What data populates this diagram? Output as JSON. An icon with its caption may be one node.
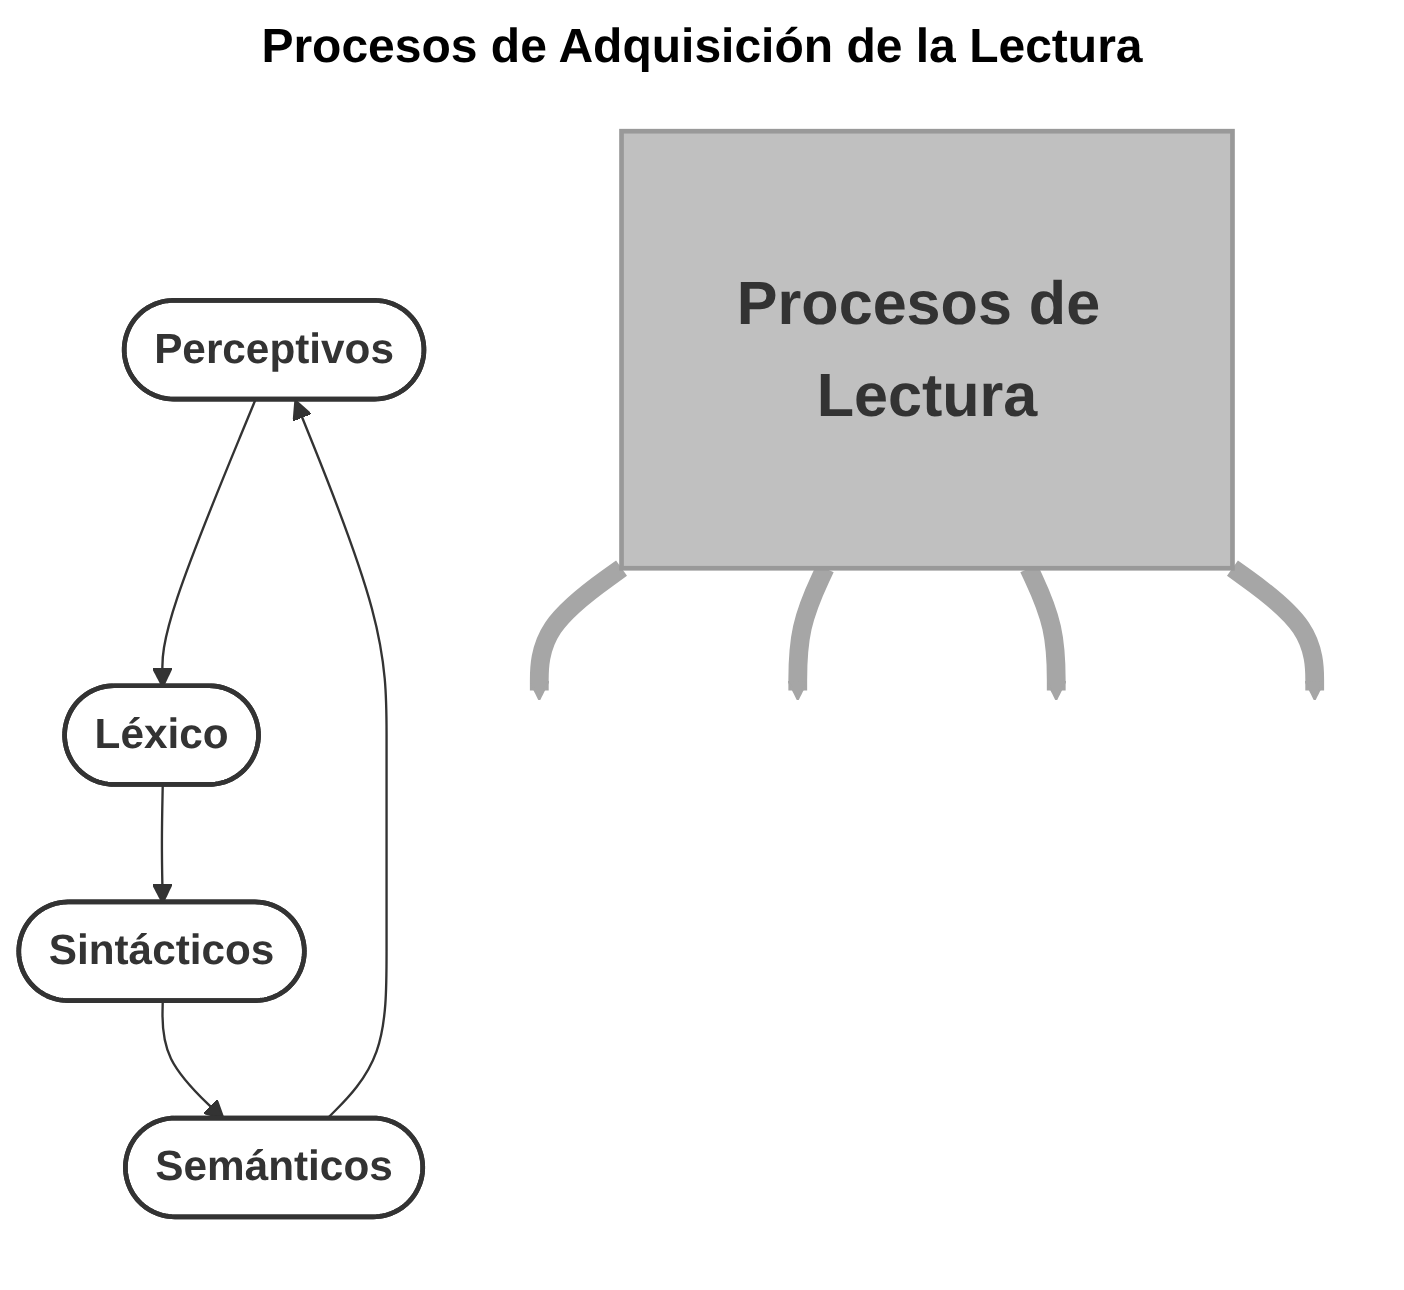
{
  "diagram": {
    "title": "Procesos de Adquisición de la Lectura",
    "nodes": [
      {
        "text": [
          "Perceptivos"
        ]
      },
      {
        "text": [
          "Léxico"
        ]
      },
      {
        "text": [
          "Procesos de Lectura"
        ]
      },
      {
        "text": [
          "Semánticos"
        ]
      },
      {
        "text": [
          "Sintácticos"
        ]
      }
    ],
    "edges": [
      {
        "from": 0,
        "to": 1,
        "arrow": "to"
      },
      {
        "from": 1,
        "to": 4,
        "arrow": "to"
      },
      {
        "from": 4,
        "to": 3,
        "arrow": "to"
      },
      {
        "from": 3,
        "to": 0,
        "arrow": "to"
      },
      {
        "from": 2,
        "to": null,
        "arrow": "to",
        "style": "thick",
        "color": "#a6a6a6"
      },
      {
        "from": 2,
        "to": null,
        "arrow": "to",
        "style": "thick",
        "color": "#a6a6a6"
      },
      {
        "from": 2,
        "to": null,
        "arrow": "to",
        "style": "thick",
        "color": "#a6a6a6"
      },
      {
        "from": 2,
        "to": null,
        "arrow": "to",
        "style": "thick",
        "color": "#a6a6a6"
      }
    ]
  }
}
